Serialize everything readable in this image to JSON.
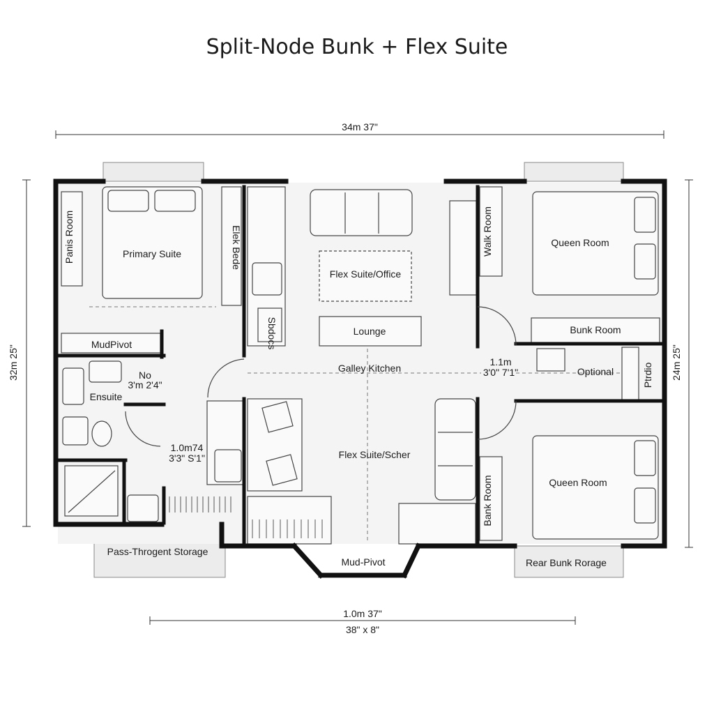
{
  "title": "Split-Node Bunk + Flex Suite",
  "dimensions": {
    "top": "34m 37\"",
    "left": "32m 25\"",
    "right": "24m 25\"",
    "bottom_1": "1.0m 37\"",
    "bottom_2": "38\" x 8\""
  },
  "rooms": {
    "panis_room": "Panis Room",
    "primary_suite": "Primary Suite",
    "elek_bede": "Elek Bede",
    "mudpivot_left": "MudPivot",
    "ensuite": "Ensuite",
    "no_label": "No",
    "no_dim": "3'm 2'4\"",
    "hall_dim_1": "1.0m74",
    "hall_dim_2": "3'3\" S'1\"",
    "pass_storage": "Pass-Throgent Storage",
    "sbdocs": "Sbdocs",
    "flex_office": "Flex Suite/Office",
    "lounge": "Lounge",
    "galley": "Galley Kitchen",
    "flex_scher": "Flex Suite/Scher",
    "mud_pivot_bottom": "Mud-Pivot",
    "walk_room": "Walk Room",
    "queen_top": "Queen Room",
    "bunk_room": "Bunk Room",
    "mid_dim_1": "1.1m",
    "mid_dim_2": "3'0\" 7'1\"",
    "optional": "Optional",
    "ptrdio": "Ptrdio",
    "queen_bottom": "Queen Room",
    "bank_room": "Bank Room",
    "rear_bunk": "Rear Bunk Rorage"
  }
}
